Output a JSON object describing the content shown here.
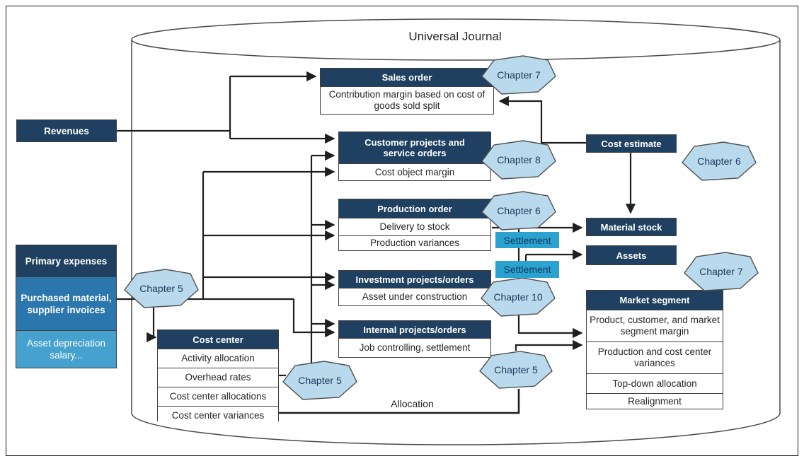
{
  "colors": {
    "navy": "#1f4060",
    "medium_blue": "#2b76ad",
    "light_blue": "#46a1ce",
    "settlement_blue": "#2ba3d1",
    "badge_blue": "#b9d9ec",
    "line": "#1f1f1f"
  },
  "title": "Universal Journal",
  "left_column": {
    "revenues": "Revenues",
    "primary_expenses": "Primary expenses",
    "purchased_material": "Purchased material, supplier invoices",
    "asset_depreciation": "Asset depreciation salary..."
  },
  "cost_center": {
    "header": "Cost center",
    "rows": [
      "Activity allocation",
      "Overhead rates",
      "Cost center allocations",
      "Cost center variances"
    ]
  },
  "sales_order": {
    "header": "Sales order",
    "body": "Contribution margin based on cost of goods sold split"
  },
  "customer_projects": {
    "header": "Customer projects and service orders",
    "rows": [
      "Cost object margin"
    ]
  },
  "production_order": {
    "header": "Production order",
    "rows": [
      "Delivery to stock",
      "Production variances"
    ]
  },
  "investment_projects": {
    "header": "Investment projects/orders",
    "rows": [
      "Asset under construction"
    ]
  },
  "internal_projects": {
    "header": "Internal projects/orders",
    "rows": [
      "Job controlling, settlement"
    ]
  },
  "right_column": {
    "cost_estimate": "Cost estimate",
    "material_stock": "Material stock",
    "assets": "Assets"
  },
  "market_segment": {
    "header": "Market segment",
    "rows": [
      "Product, customer, and market segment margin",
      "Production and cost center variances",
      "Top-down allocation",
      "Realignment"
    ]
  },
  "badges": {
    "sales": "Chapter 7",
    "customer": "Chapter 8",
    "production": "Chapter 6",
    "cost_estimate": "Chapter 6",
    "market": "Chapter 7",
    "investment": "Chapter 10",
    "expenses": "Chapter 5",
    "cost_center": "Chapter 5",
    "internal": "Chapter 5"
  },
  "flow_labels": {
    "settlement_top": "Settlement",
    "settlement_bottom": "Settlement",
    "allocation": "Allocation"
  }
}
